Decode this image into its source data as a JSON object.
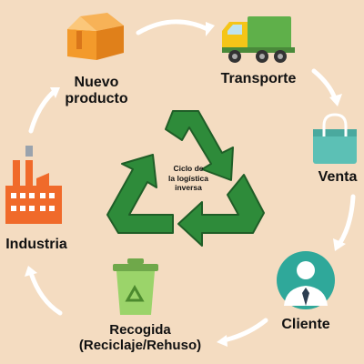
{
  "nodes": {
    "nuevo_producto": [
      "Nuevo",
      "producto"
    ],
    "transporte": "Transporte",
    "venta": "Venta",
    "cliente": "Cliente",
    "recogida": [
      "Recogida",
      "(Reciclaje/Rehuso)"
    ],
    "industria": "Industria"
  },
  "center": [
    "Ciclo de",
    "la logística",
    "inversa"
  ],
  "colors": {
    "background": "#f4dcc1",
    "recycle_green": "#2e8b3a",
    "box_orange": "#f39a2b",
    "truck_green": "#5fb04a",
    "truck_yellow": "#f5c518",
    "bag_teal": "#5cc0b5",
    "client_teal": "#2fa89a",
    "bin_green": "#9bd46a",
    "factory_orange": "#f06a2a",
    "arrow_white": "#ffffff"
  },
  "icons": [
    "box-icon",
    "truck-icon",
    "shopping-bag-icon",
    "customer-icon",
    "recycle-bin-icon",
    "factory-icon",
    "recycle-symbol-icon"
  ]
}
